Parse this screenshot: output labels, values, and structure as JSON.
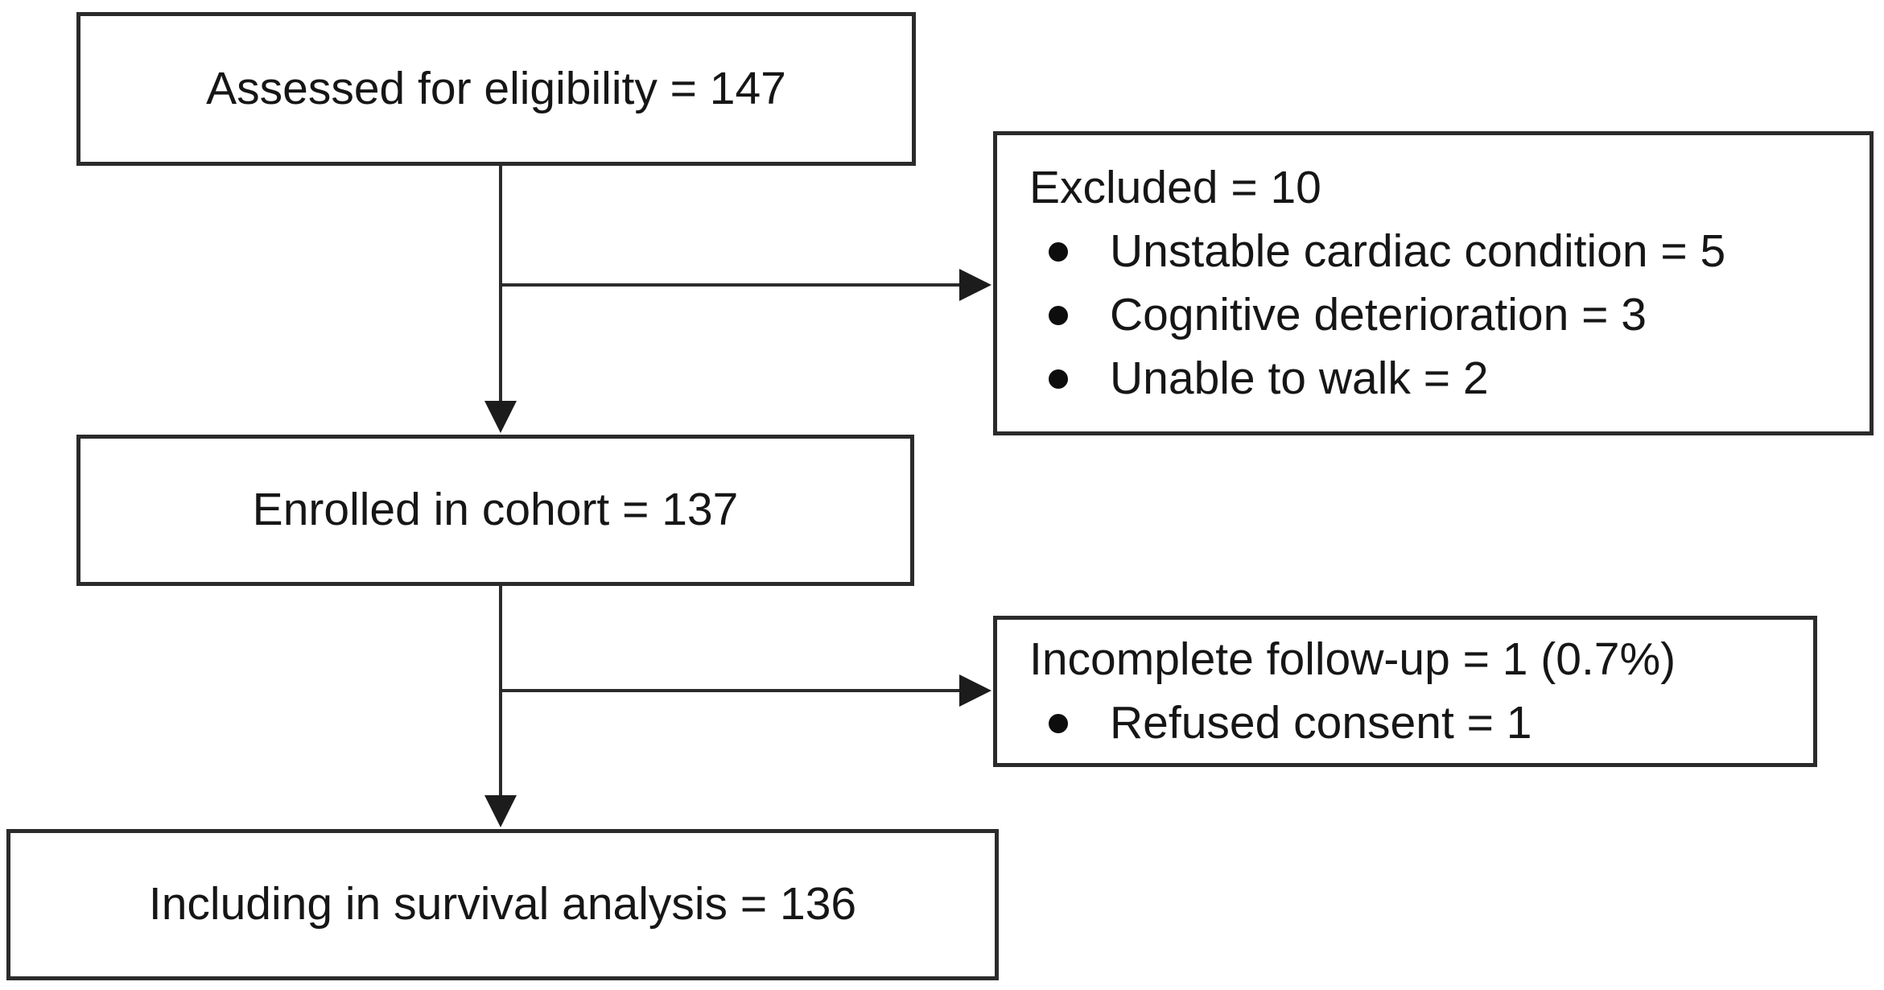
{
  "diagram": {
    "type": "flowchart",
    "colors": {
      "background": "#ffffff",
      "box_border": "#2b2b2b",
      "connector": "#2b2b2b",
      "text": "#161616"
    },
    "nodes": {
      "assessed": {
        "label": "Assessed for eligibility = 147"
      },
      "excluded": {
        "title": "Excluded = 10",
        "bullets": [
          "Unstable cardiac condition = 5",
          "Cognitive deterioration = 3",
          "Unable to walk = 2"
        ]
      },
      "enrolled": {
        "label": "Enrolled in cohort = 137"
      },
      "incomplete": {
        "title": "Incomplete follow-up = 1 (0.7%)",
        "bullets": [
          "Refused consent = 1"
        ]
      },
      "survival": {
        "label": "Including in survival analysis = 136"
      }
    },
    "edges": [
      "assessed -> enrolled",
      "assessed -> excluded",
      "enrolled -> survival",
      "enrolled -> incomplete"
    ]
  }
}
